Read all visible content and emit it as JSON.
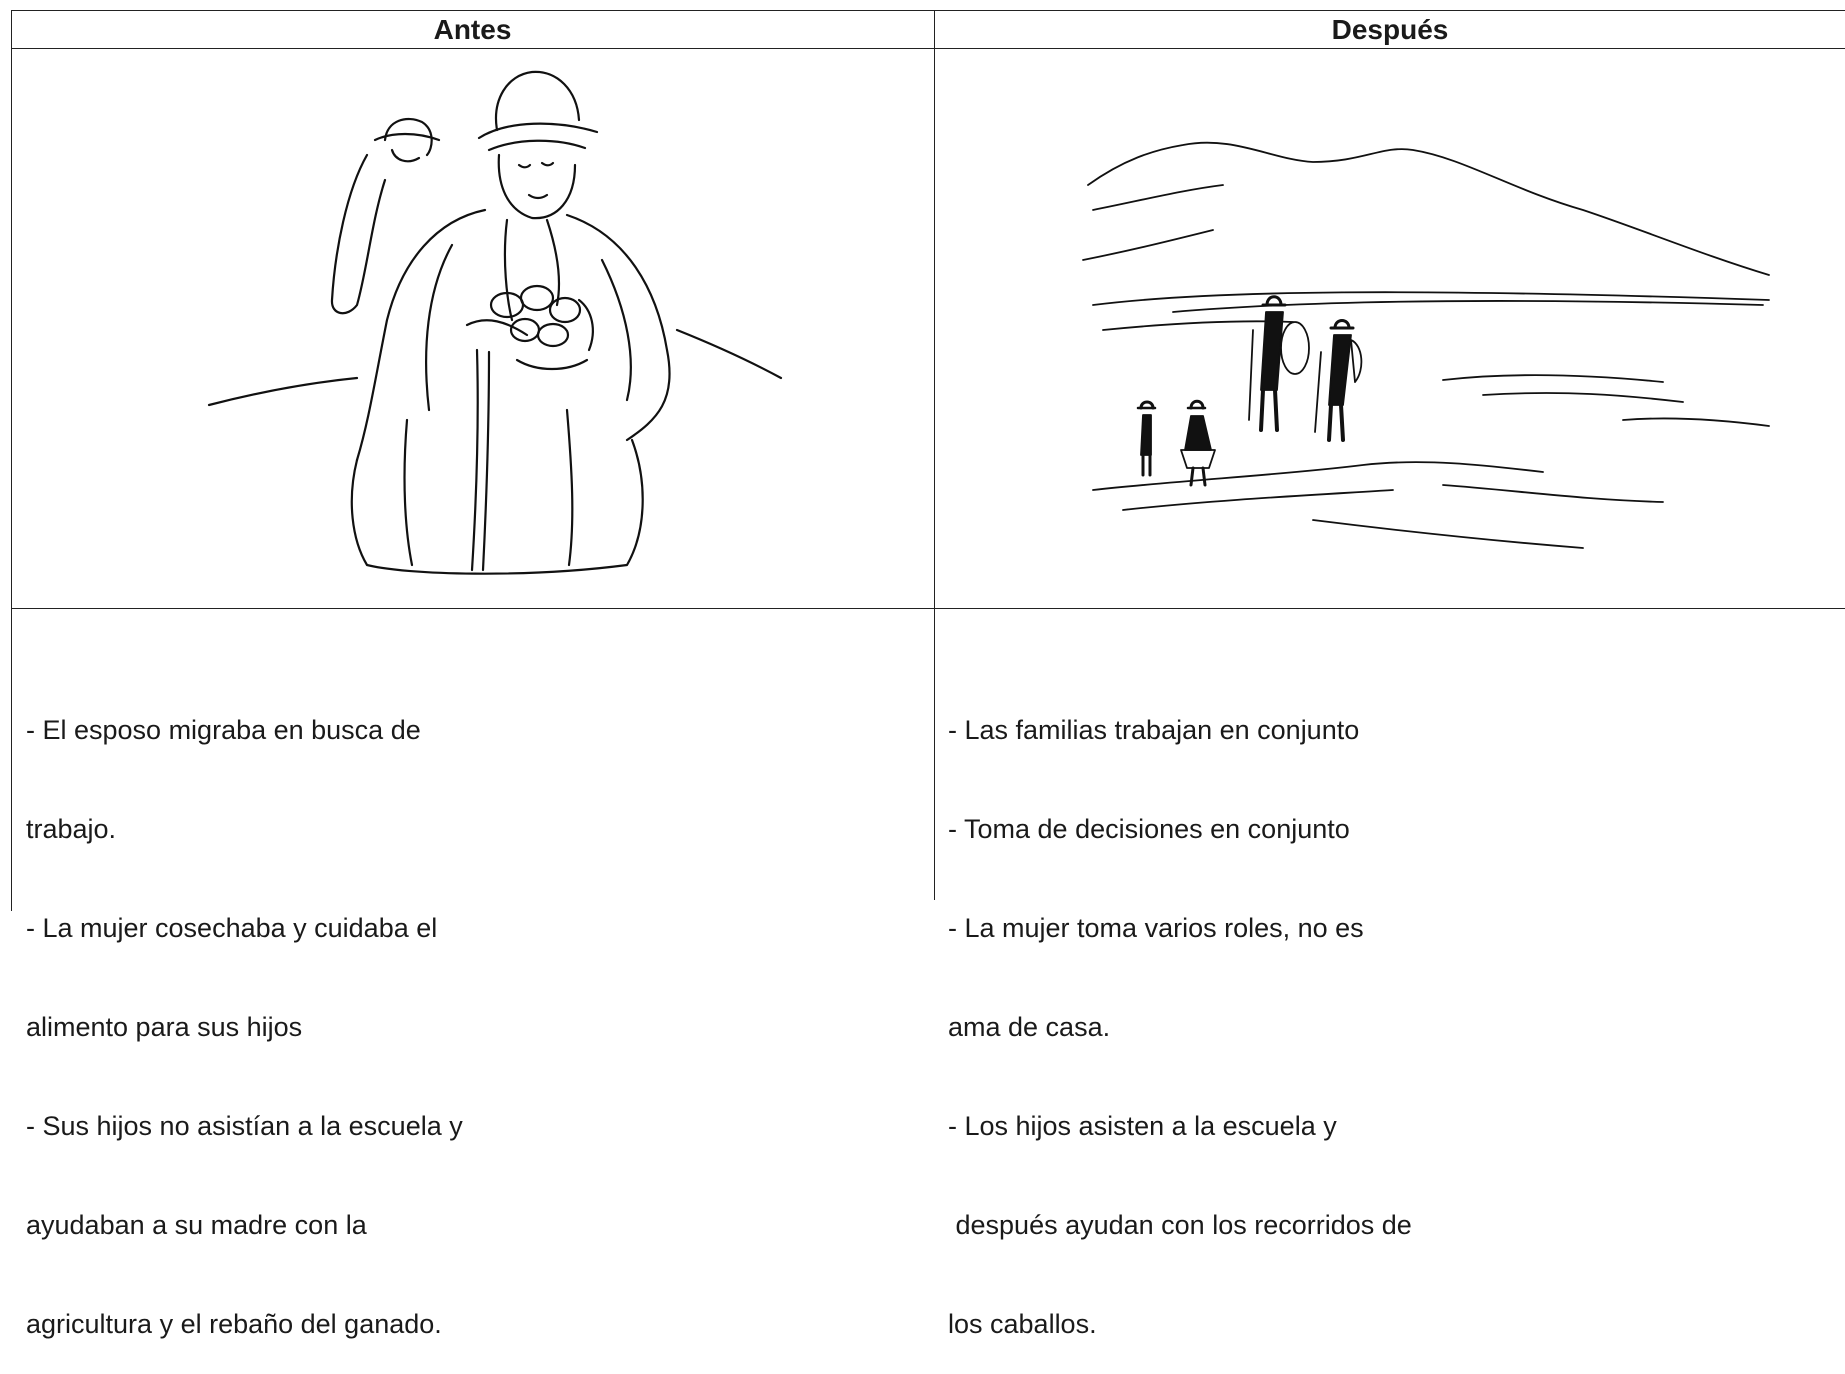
{
  "headers": {
    "before": "Antes",
    "after": "Después"
  },
  "sketches": {
    "before_icon": "woman-with-child-sketch-icon",
    "after_icon": "family-landscape-sketch-icon"
  },
  "before_text": [
    "- El esposo migraba en busca de",
    "trabajo.",
    "- La mujer cosechaba y cuidaba el",
    "alimento para sus hijos",
    "- Sus hijos no asistían a la escuela y",
    "ayudaban a su madre con la",
    "agricultura y el rebaño del ganado."
  ],
  "after_text": [
    "- Las familias trabajan en conjunto",
    "- Toma de decisiones en conjunto",
    "- La mujer toma varios roles, no es",
    "ama de casa.",
    "- Los hijos asisten a la escuela y",
    " después ayudan con los recorridos de",
    "los caballos."
  ]
}
